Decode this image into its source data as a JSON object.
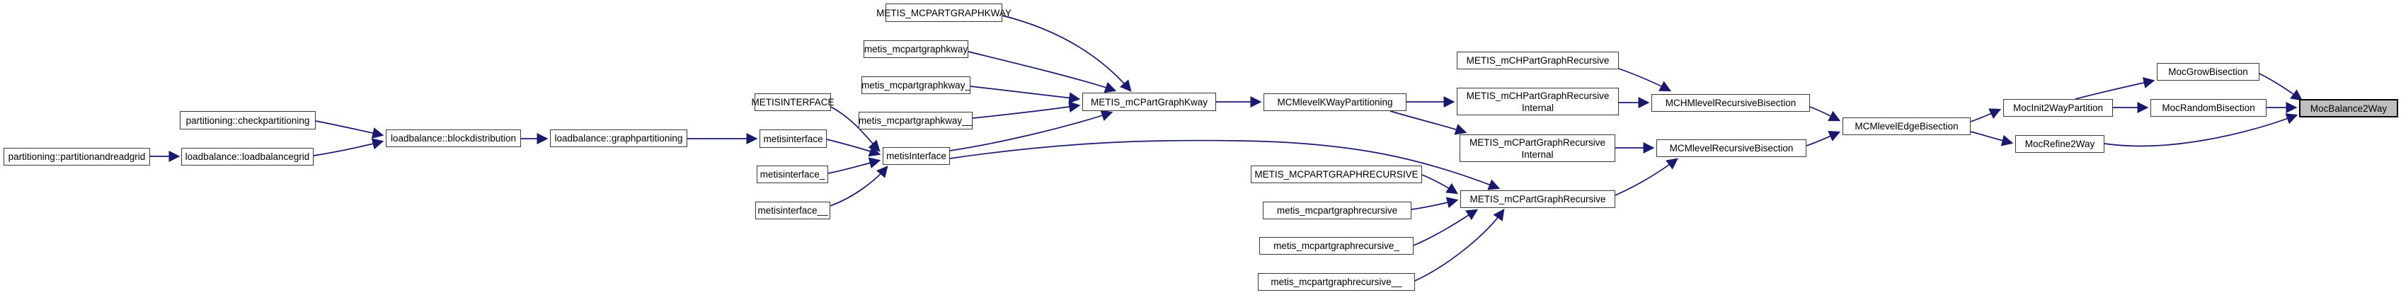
{
  "diagram": {
    "kind": "doxygen-caller-graph",
    "target_function": "MocBalance2Way",
    "colors": {
      "background": "#ffffff",
      "node_fill": "#ffffff",
      "node_border": "#3a3a3a",
      "highlight_fill": "#bfbfbf",
      "highlight_border": "#000000",
      "edge": "#191970",
      "text": "#000000"
    }
  },
  "nodes": [
    {
      "id": "partitionandreadgrid",
      "label": "partitioning::partitionandreadgrid",
      "highlighted": false
    },
    {
      "id": "checkpartitioning",
      "label": "partitioning::checkpartitioning",
      "highlighted": false
    },
    {
      "id": "loadbalancegrid",
      "label": "loadbalance::loadbalancegrid",
      "highlighted": false
    },
    {
      "id": "blockdistribution",
      "label": "loadbalance::blockdistribution",
      "highlighted": false
    },
    {
      "id": "graphpartitioning",
      "label": "loadbalance::graphpartitioning",
      "highlighted": false
    },
    {
      "id": "metisinterface-caps",
      "label": "METISINTERFACE",
      "highlighted": false
    },
    {
      "id": "metisinterface",
      "label": "metisinterface",
      "highlighted": false
    },
    {
      "id": "metisinterface-underscore",
      "label": "metisinterface_",
      "highlighted": false
    },
    {
      "id": "metisinterface-underscore2",
      "label": "metisinterface__",
      "highlighted": false
    },
    {
      "id": "metisinterface-camel",
      "label": "metisInterface",
      "highlighted": false
    },
    {
      "id": "mcpartgraphkway-caps",
      "label": "METIS_MCPARTGRAPHKWAY",
      "highlighted": false
    },
    {
      "id": "metis-mcpartgraphkway",
      "label": "metis_mcpartgraphkway",
      "highlighted": false
    },
    {
      "id": "metis-mcpartgraphkway-underscore",
      "label": "metis_mcpartgraphkway_",
      "highlighted": false
    },
    {
      "id": "metis-mcpartgraphkway-underscore2",
      "label": "metis_mcpartgraphkway__",
      "highlighted": false
    },
    {
      "id": "metis-mcpartgraphkway-api",
      "label": "METIS_mCPartGraphKway",
      "highlighted": false
    },
    {
      "id": "mcmlevelkwaypartitioning",
      "label": "MCMlevelKWayPartitioning",
      "highlighted": false
    },
    {
      "id": "metis-mchpartgraphrecursive",
      "label": "METIS_mCHPartGraphRecursive",
      "highlighted": false
    },
    {
      "id": "metis-mchpartgraphrecursive-internal",
      "label": "METIS_mCHPartGraphRecursive\nInternal",
      "highlighted": false
    },
    {
      "id": "metis-mcpartgraphrecursive-internal",
      "label": "METIS_mCPartGraphRecursive\nInternal",
      "highlighted": false
    },
    {
      "id": "mcpartgraphrecursive-caps",
      "label": "METIS_MCPARTGRAPHRECURSIVE",
      "highlighted": false
    },
    {
      "id": "metis-mcpartgraphrecursive",
      "label": "metis_mcpartgraphrecursive",
      "highlighted": false
    },
    {
      "id": "metis-mcpartgraphrecursive-underscore",
      "label": "metis_mcpartgraphrecursive_",
      "highlighted": false
    },
    {
      "id": "metis-mcpartgraphrecursive-underscore2",
      "label": "metis_mcpartgraphrecursive__",
      "highlighted": false
    },
    {
      "id": "metis-mcpartgraphrecursive-api",
      "label": "METIS_mCPartGraphRecursive",
      "highlighted": false
    },
    {
      "id": "mchmlevelrecursivebisection",
      "label": "MCHMlevelRecursiveBisection",
      "highlighted": false
    },
    {
      "id": "mcmlevelrecursivebisection",
      "label": "MCMlevelRecursiveBisection",
      "highlighted": false
    },
    {
      "id": "mcmleveledgebisection",
      "label": "MCMlevelEdgeBisection",
      "highlighted": false
    },
    {
      "id": "mocinit2waypartition",
      "label": "MocInit2WayPartition",
      "highlighted": false
    },
    {
      "id": "mocgrowbisection",
      "label": "MocGrowBisection",
      "highlighted": false
    },
    {
      "id": "mocrandombisection",
      "label": "MocRandomBisection",
      "highlighted": false
    },
    {
      "id": "mocrefine2way",
      "label": "MocRefine2Way",
      "highlighted": false
    },
    {
      "id": "mocbalance2way",
      "label": "MocBalance2Way",
      "highlighted": true
    }
  ],
  "edges": [
    {
      "from": "partitionandreadgrid",
      "to": "loadbalancegrid"
    },
    {
      "from": "checkpartitioning",
      "to": "blockdistribution"
    },
    {
      "from": "loadbalancegrid",
      "to": "blockdistribution"
    },
    {
      "from": "blockdistribution",
      "to": "graphpartitioning"
    },
    {
      "from": "graphpartitioning",
      "to": "metisinterface"
    },
    {
      "from": "metisinterface-caps",
      "to": "metisinterface-camel"
    },
    {
      "from": "metisinterface",
      "to": "metisinterface-camel"
    },
    {
      "from": "metisinterface-underscore",
      "to": "metisinterface-camel"
    },
    {
      "from": "metisinterface-underscore2",
      "to": "metisinterface-camel"
    },
    {
      "from": "mcpartgraphkway-caps",
      "to": "metis-mcpartgraphkway-api"
    },
    {
      "from": "metis-mcpartgraphkway",
      "to": "metis-mcpartgraphkway-api"
    },
    {
      "from": "metis-mcpartgraphkway-underscore",
      "to": "metis-mcpartgraphkway-api"
    },
    {
      "from": "metis-mcpartgraphkway-underscore2",
      "to": "metis-mcpartgraphkway-api"
    },
    {
      "from": "metisinterface-camel",
      "to": "metis-mcpartgraphkway-api"
    },
    {
      "from": "metisinterface-camel",
      "to": "metis-mcpartgraphrecursive-api"
    },
    {
      "from": "metis-mcpartgraphkway-api",
      "to": "mcmlevelkwaypartitioning"
    },
    {
      "from": "mcmlevelkwaypartitioning",
      "to": "metis-mchpartgraphrecursive-internal"
    },
    {
      "from": "mcmlevelkwaypartitioning",
      "to": "metis-mcpartgraphrecursive-internal"
    },
    {
      "from": "metis-mchpartgraphrecursive",
      "to": "mchmlevelrecursivebisection"
    },
    {
      "from": "metis-mchpartgraphrecursive-internal",
      "to": "mchmlevelrecursivebisection"
    },
    {
      "from": "metis-mcpartgraphrecursive-internal",
      "to": "mcmlevelrecursivebisection"
    },
    {
      "from": "metis-mcpartgraphrecursive-api",
      "to": "mcmlevelrecursivebisection"
    },
    {
      "from": "mchmlevelrecursivebisection",
      "to": "mcmleveledgebisection"
    },
    {
      "from": "mcmlevelrecursivebisection",
      "to": "mcmleveledgebisection"
    },
    {
      "from": "mcmleveledgebisection",
      "to": "mocinit2waypartition"
    },
    {
      "from": "mcmleveledgebisection",
      "to": "mocrefine2way"
    },
    {
      "from": "mocinit2waypartition",
      "to": "mocgrowbisection"
    },
    {
      "from": "mocinit2waypartition",
      "to": "mocrandombisection"
    },
    {
      "from": "mocgrowbisection",
      "to": "mocbalance2way"
    },
    {
      "from": "mocrandombisection",
      "to": "mocbalance2way"
    },
    {
      "from": "mocrefine2way",
      "to": "mocbalance2way"
    },
    {
      "from": "mcpartgraphrecursive-caps",
      "to": "metis-mcpartgraphrecursive-api"
    },
    {
      "from": "metis-mcpartgraphrecursive",
      "to": "metis-mcpartgraphrecursive-api"
    },
    {
      "from": "metis-mcpartgraphrecursive-underscore",
      "to": "metis-mcpartgraphrecursive-api"
    },
    {
      "from": "metis-mcpartgraphrecursive-underscore2",
      "to": "metis-mcpartgraphrecursive-api"
    }
  ]
}
